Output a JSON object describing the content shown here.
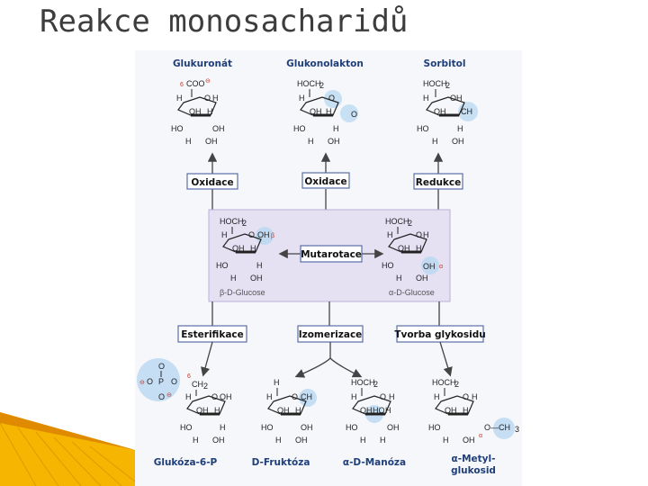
{
  "title": "Reakce monosacharidů",
  "products_top": [
    "Glukuronát",
    "Glukonolakton",
    "Sorbitol"
  ],
  "reactions_top": [
    "Oxidace",
    "Oxidace",
    "Redukce"
  ],
  "center_label": "Mutarotace",
  "anomers": [
    "β-D-Glucose",
    "α-D-Glucose"
  ],
  "reactions_bottom": [
    "Esterifikace",
    "Izomerizace",
    "Tvorba glykosidu"
  ],
  "products_bottom": [
    "Glukóza-6-P",
    "D-Fruktóza",
    "α-D-Manóza",
    "α-Metyl-",
    "glukosid"
  ],
  "chem": {
    "coo": "COO",
    "hoch2": "HOCH",
    "ch2": "CH",
    "ch2oh": "CH",
    "sub2": "2",
    "oh": "OH",
    "ho": "HO",
    "h": "H",
    "o": "O",
    "p": "P",
    "och3": "O—CH",
    "sub3": "3",
    "alpha": "α",
    "beta": "β",
    "minus": "⊖"
  },
  "colors": {
    "label_blue": "#1f3f7a",
    "arrow": "#444444",
    "box_border": "#5a6fa8",
    "band": "#e6e0f3",
    "ring_highlight": "#bcd9f2",
    "title": "#3d3d3d",
    "corner": "#f0a400"
  }
}
